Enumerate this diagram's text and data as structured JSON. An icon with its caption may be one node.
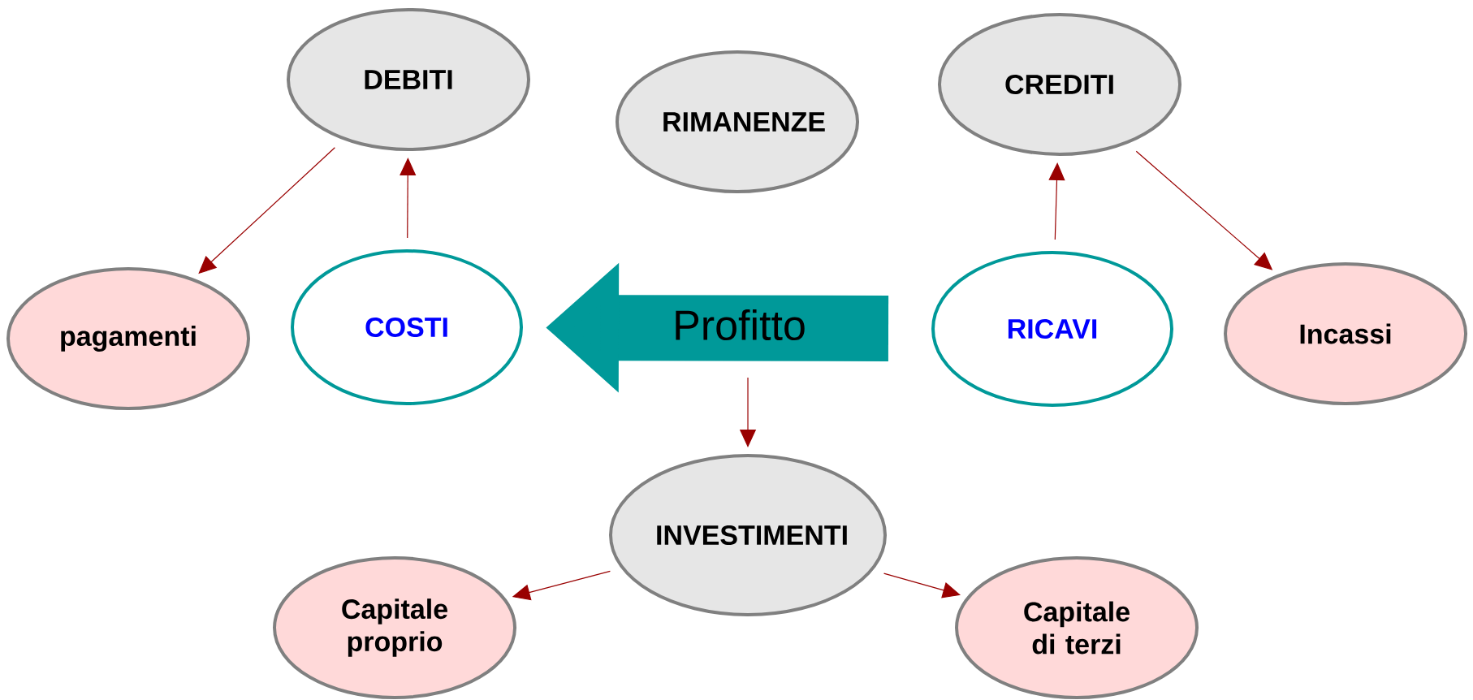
{
  "diagram": {
    "nodes": [
      {
        "text": [
          "DEBITI"
        ]
      },
      {
        "text": [
          "RIMANENZE"
        ]
      },
      {
        "text": [
          "CREDITI"
        ]
      },
      {
        "text": [
          "pagamenti"
        ]
      },
      {
        "text": [
          "COSTI"
        ]
      },
      {
        "text": [
          "RICAVI"
        ]
      },
      {
        "text": [
          "Incassi"
        ]
      },
      {
        "text": [
          "INVESTIMENTI"
        ]
      },
      {
        "text": [
          "Capitale proprio"
        ]
      },
      {
        "text": [
          "Capitale di terzi"
        ]
      }
    ],
    "edges": [
      {
        "from": 0,
        "to": 3,
        "arrow": "to"
      },
      {
        "from": 4,
        "to": 0,
        "arrow": "to"
      },
      {
        "from": 5,
        "to": 2,
        "arrow": "to"
      },
      {
        "from": 2,
        "to": 6,
        "arrow": "to"
      },
      {
        "from": 5,
        "to": 4,
        "arrow": "to",
        "label": "Profitto",
        "style": "thick",
        "color": "#009999"
      },
      {
        "from": null,
        "to": 7,
        "arrow": "to"
      },
      {
        "from": 7,
        "to": 8,
        "arrow": "to"
      },
      {
        "from": 7,
        "to": 9,
        "arrow": "to"
      }
    ]
  }
}
